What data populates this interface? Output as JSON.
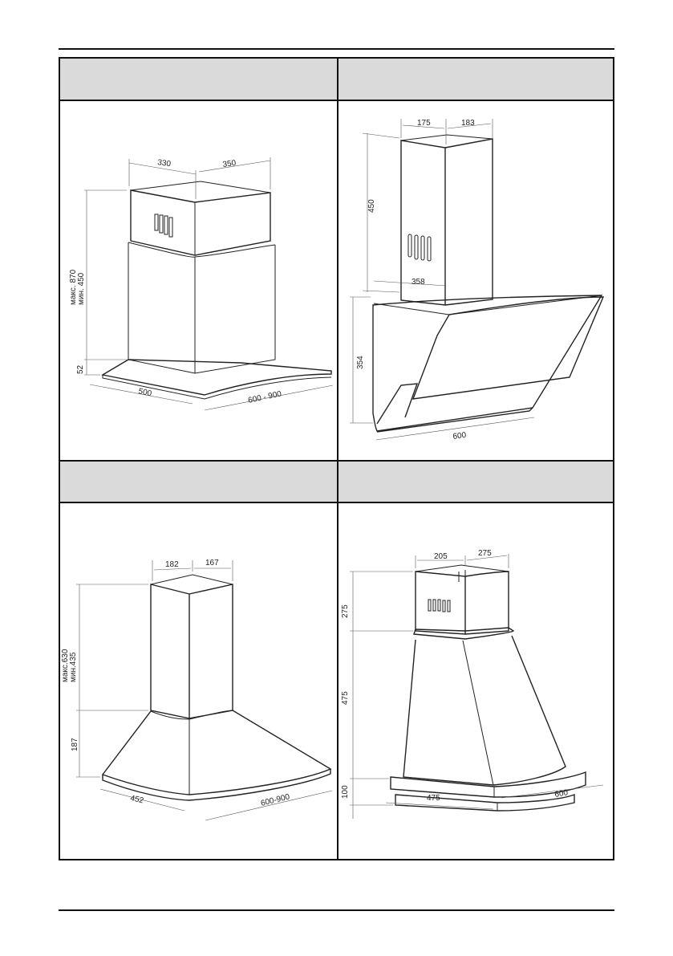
{
  "colors": {
    "header_bg": "#dadada",
    "border": "#111111",
    "line": "#222222"
  },
  "hoods": [
    {
      "id": "hood-1",
      "dims": {
        "d1": "330",
        "d2": "350",
        "h_max": "макс. 870",
        "h_min": "мин. 450",
        "h_base": "52",
        "depth": "500",
        "width": "600 - 900"
      }
    },
    {
      "id": "hood-2",
      "dims": {
        "d1": "175",
        "d2": "183",
        "h_chimney": "450",
        "chimney_w": "358",
        "h_body": "354",
        "width": "600"
      }
    },
    {
      "id": "hood-3",
      "dims": {
        "d1": "182",
        "d2": "167",
        "h_max": "макс.630",
        "h_min": "мин.435",
        "h_base": "187",
        "depth": "452",
        "width": "600-900"
      }
    },
    {
      "id": "hood-4",
      "dims": {
        "d1": "205",
        "d2": "275",
        "h_top": "275",
        "h_mid": "475",
        "h_base": "100",
        "depth": "475",
        "width": "600"
      }
    }
  ]
}
